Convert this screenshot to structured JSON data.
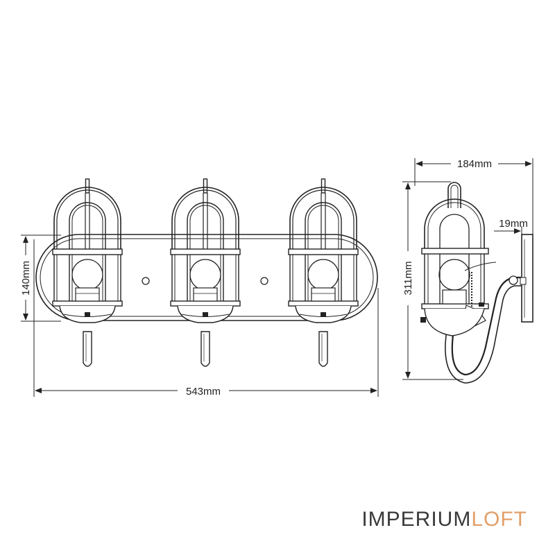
{
  "dimensions": {
    "width": "543mm",
    "backplate_height": "140mm",
    "depth": "184mm",
    "height": "311mm",
    "plate_depth": "19mm"
  },
  "logo": {
    "part1": "IMPERIUM",
    "part2": "LOFT",
    "colors": {
      "part1": "#3a3a3a",
      "part2": "#e2a06a"
    }
  }
}
